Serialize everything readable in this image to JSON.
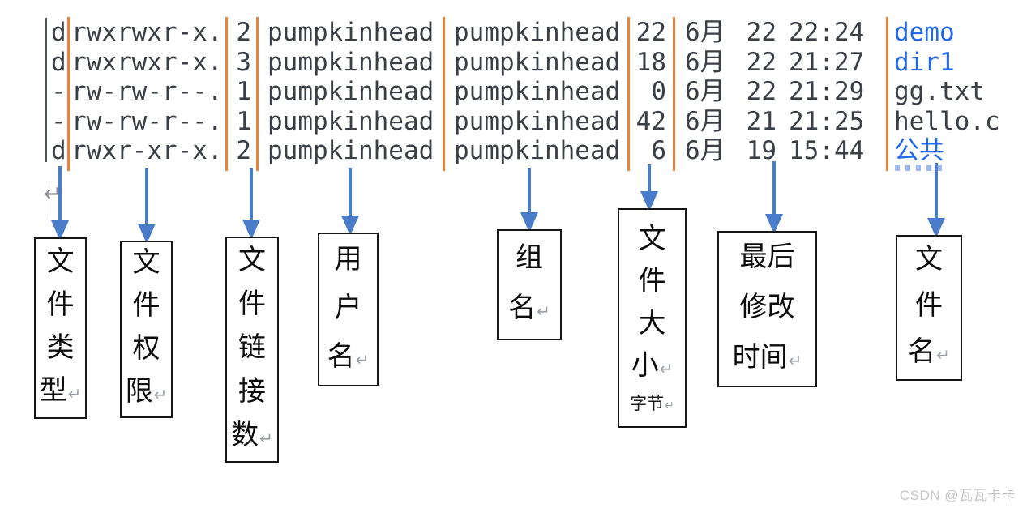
{
  "colors": {
    "terminal_text": "#3a3f46",
    "separator_orange": "#e8823a",
    "directory_blue": "#2169e8",
    "arrow_blue": "#4a7cc9",
    "box_border": "#161616",
    "return_mark_gray": "#9aa0a6",
    "watermark_gray": "#c6c6c6"
  },
  "terminal": {
    "return_mark": "↵",
    "rows": [
      {
        "type": "d",
        "perms": "rwxrwxr-x.",
        "links": "2",
        "owner": "pumpkinhead",
        "group": "pumpkinhead",
        "size": "22",
        "month": "6月",
        "day": "22",
        "time": "22:24",
        "name": "demo",
        "is_dir": true
      },
      {
        "type": "d",
        "perms": "rwxrwxr-x.",
        "links": "3",
        "owner": "pumpkinhead",
        "group": "pumpkinhead",
        "size": "18",
        "month": "6月",
        "day": "22",
        "time": "21:27",
        "name": "dir1",
        "is_dir": true
      },
      {
        "type": "-",
        "perms": "rw-rw-r--.",
        "links": "1",
        "owner": "pumpkinhead",
        "group": "pumpkinhead",
        "size": "0",
        "month": "6月",
        "day": "22",
        "time": "21:29",
        "name": "gg.txt",
        "is_dir": false
      },
      {
        "type": "-",
        "perms": "rw-rw-r--.",
        "links": "1",
        "owner": "pumpkinhead",
        "group": "pumpkinhead",
        "size": "42",
        "month": "6月",
        "day": "21",
        "time": "21:25",
        "name": "hello.c",
        "is_dir": false
      },
      {
        "type": "d",
        "perms": "rwxr-xr-x.",
        "links": "2",
        "owner": "pumpkinhead",
        "group": "pumpkinhead",
        "size": "6",
        "month": "6月",
        "day": "19",
        "time": "15:44",
        "name": "公共",
        "is_dir": true
      }
    ]
  },
  "annotations": {
    "boxes": [
      {
        "id": "file-type",
        "label": "文件类型",
        "lines": [
          {
            "text": "文"
          },
          {
            "text": "件"
          },
          {
            "text": "类"
          },
          {
            "text": "型",
            "ret": true
          }
        ]
      },
      {
        "id": "file-permissions",
        "label": "文件权限",
        "lines": [
          {
            "text": "文"
          },
          {
            "text": "件"
          },
          {
            "text": "权"
          },
          {
            "text": "限",
            "ret": true
          }
        ]
      },
      {
        "id": "file-link-count",
        "label": "文件链接数",
        "lines": [
          {
            "text": "文"
          },
          {
            "text": "件"
          },
          {
            "text": "链"
          },
          {
            "text": "接"
          },
          {
            "text": "数",
            "ret": true
          }
        ]
      },
      {
        "id": "user-name",
        "label": "用户名",
        "lines": [
          {
            "text": "用"
          },
          {
            "text": "户"
          },
          {
            "text": "名",
            "ret": true
          }
        ]
      },
      {
        "id": "group-name",
        "label": "组名",
        "lines": [
          {
            "text": "组"
          },
          {
            "text": "名",
            "ret": true
          }
        ]
      },
      {
        "id": "file-size",
        "label": "文件大小",
        "lines": [
          {
            "text": "文"
          },
          {
            "text": "件"
          },
          {
            "text": "大"
          },
          {
            "text": "小",
            "ret": true
          },
          {
            "text": "字节",
            "ret": true,
            "small": true
          }
        ]
      },
      {
        "id": "last-modified-time",
        "label": "最后修改时间",
        "lines": [
          {
            "text": "最后"
          },
          {
            "text": "修改"
          },
          {
            "text": "时间",
            "ret": true
          }
        ]
      },
      {
        "id": "file-name",
        "label": "文件名",
        "lines": [
          {
            "text": "文"
          },
          {
            "text": "件"
          },
          {
            "text": "名",
            "ret": true
          }
        ]
      }
    ]
  },
  "watermark": {
    "text": "CSDN @瓦瓦卡卡"
  }
}
